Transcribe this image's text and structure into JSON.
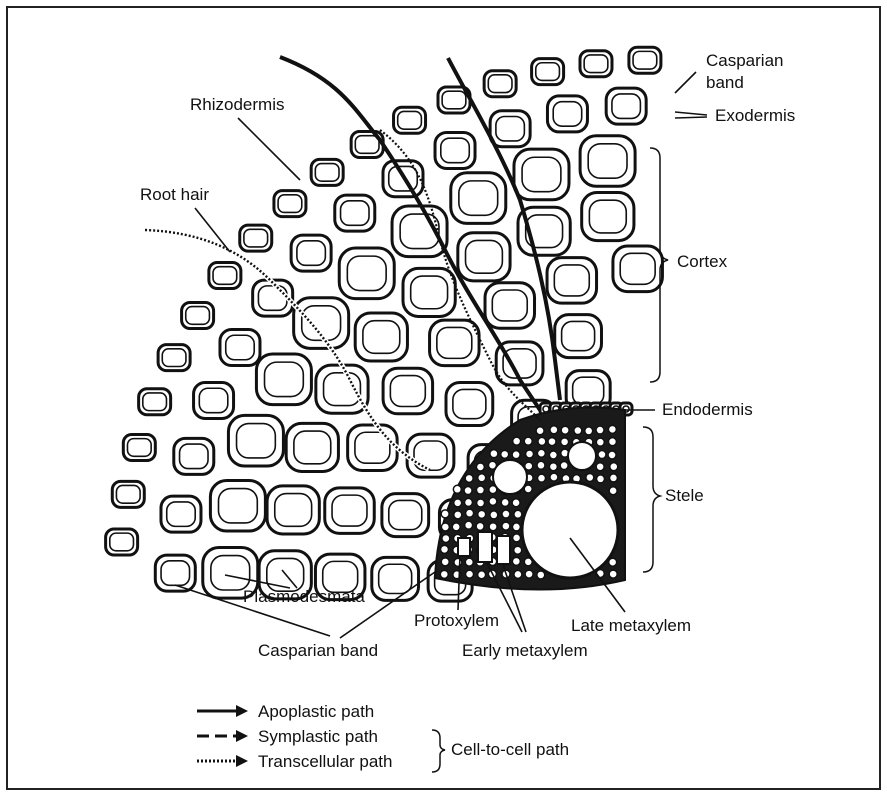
{
  "labels": {
    "casparian_band_top": [
      "Casparian",
      "band"
    ],
    "exodermis": "Exodermis",
    "rhizodermis": "Rhizodermis",
    "root_hair": "Root hair",
    "cortex": "Cortex",
    "endodermis": "Endodermis",
    "stele": "Stele",
    "plasmodesmata": "Plasmodesmata",
    "protoxylem": "Protoxylem",
    "late_metaxylem": "Late metaxylem",
    "casparian_band_bottom": "Casparian band",
    "early_metaxylem": "Early metaxylem"
  },
  "legend": {
    "items": [
      {
        "label": "Apoplastic path",
        "line_style": "solid"
      },
      {
        "label": "Symplastic path",
        "line_style": "dashed"
      },
      {
        "label": "Transcellular path",
        "line_style": "dotted"
      }
    ],
    "group_label": "Cell-to-cell path"
  },
  "colors": {
    "ink": "#111111",
    "paper": "#ffffff",
    "frame": "#222222"
  }
}
